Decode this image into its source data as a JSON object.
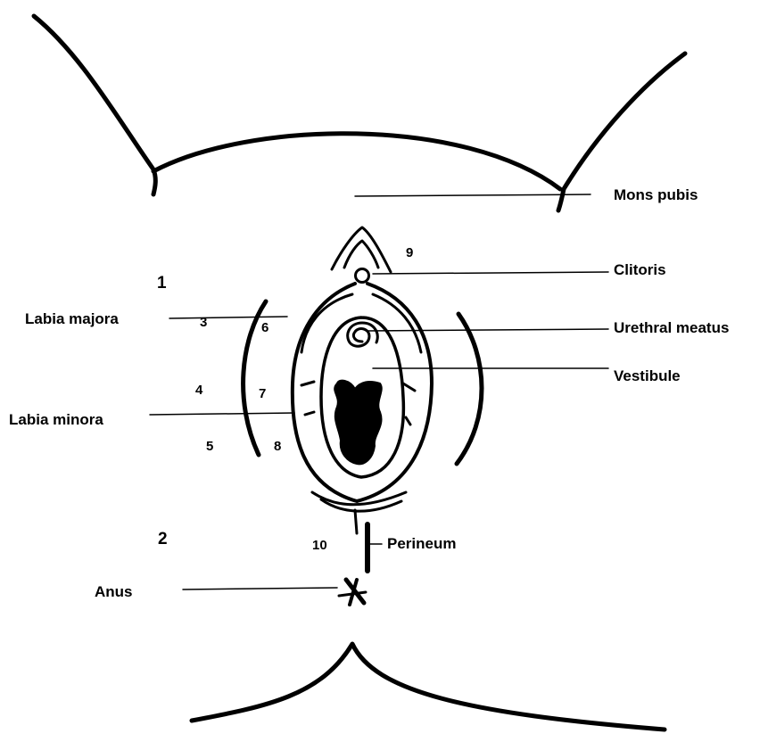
{
  "labels": {
    "mons_pubis": "Mons pubis",
    "clitoris": "Clitoris",
    "urethral_meatus": "Urethral meatus",
    "vestibule": "Vestibule",
    "labia_majora": "Labia majora",
    "labia_minora": "Labia minora",
    "perineum": "Perineum",
    "anus": "Anus"
  },
  "numbers": [
    "1",
    "2",
    "3",
    "4",
    "5",
    "6",
    "7",
    "8",
    "9",
    "10"
  ]
}
